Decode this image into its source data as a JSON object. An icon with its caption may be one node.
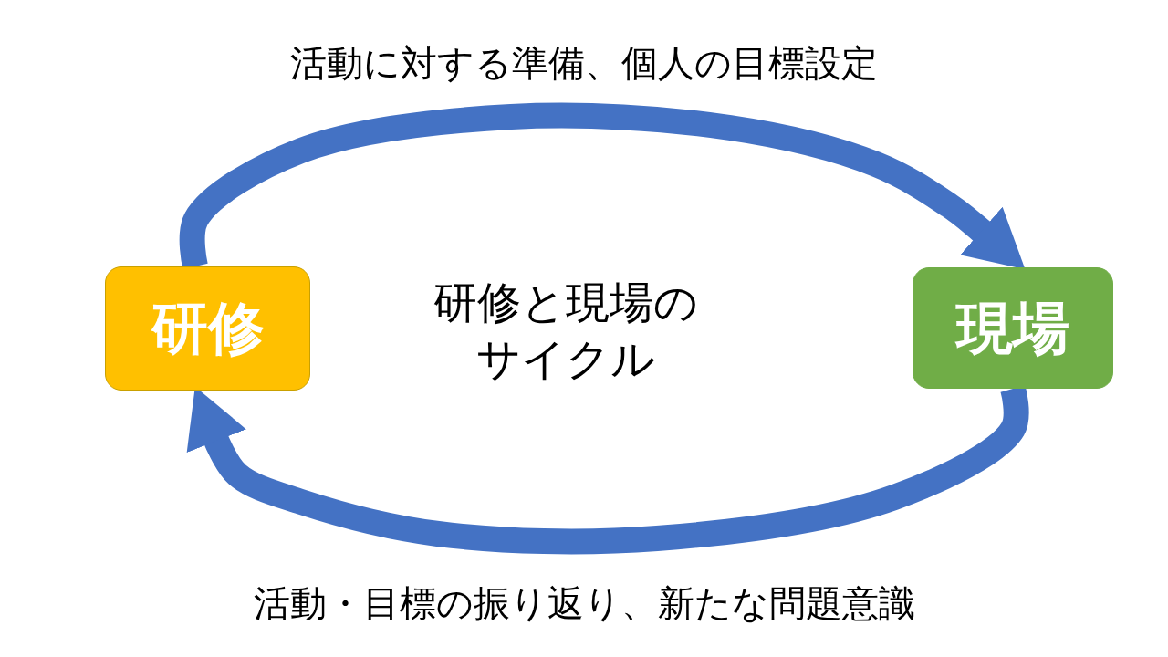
{
  "diagram": {
    "nodes": [
      {
        "text": [
          "研修"
        ]
      },
      {
        "text": [
          "現場"
        ]
      }
    ],
    "edges": [
      {
        "from": 0,
        "to": 1,
        "arrow": "to",
        "label": "活動に対する準備、個人の目標設定"
      },
      {
        "from": 1,
        "to": 0,
        "arrow": "to",
        "label": "活動・目標の振り返り、新たな問題意識"
      }
    ],
    "labels": [
      "研修と現場のサイクル"
    ]
  }
}
